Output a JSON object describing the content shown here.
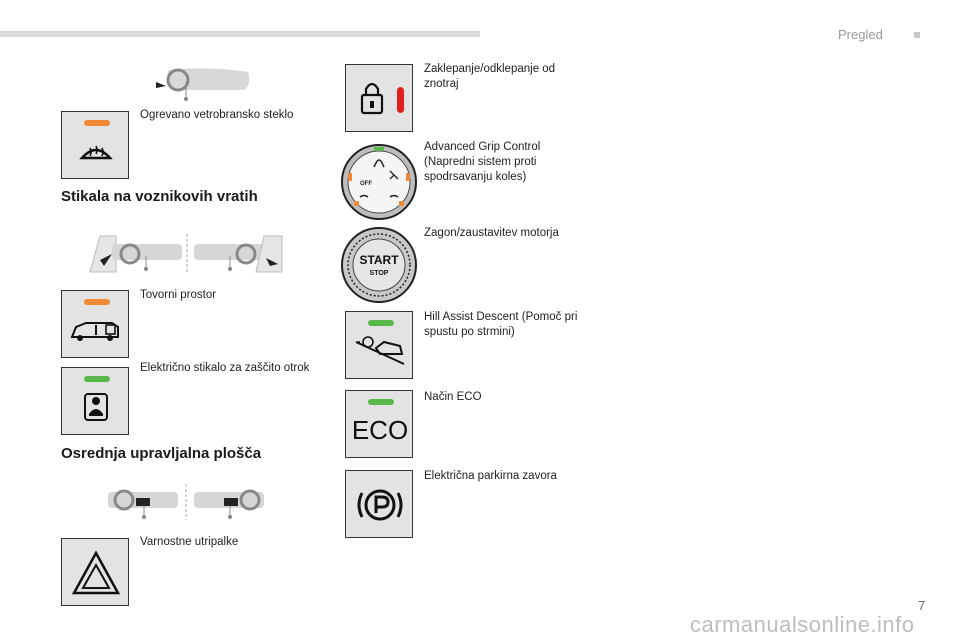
{
  "header": {
    "section_title": "Pregled",
    "page_number": "7"
  },
  "left": {
    "windscreen_label": "Ogrevano vetrobransko steklo",
    "door_heading": "Stikala na voznikovih vratih",
    "cargo_label": "Tovorni prostor",
    "child_lock_label": "Električno stikalo za zaščito otrok",
    "console_heading": "Osrednja upravljalna plošča",
    "hazard_label": "Varnostne utripalke"
  },
  "right": {
    "lock_label": "Zaklepanje/odklepanje od znotraj",
    "grip_label": "Advanced Grip Control (Napredni sistem proti spodrsavanju koles)",
    "grip_off_text": "OFF",
    "start_label": "Zagon/zaustavitev motorja",
    "start_text": "START",
    "stop_text": "STOP",
    "hill_label": "Hill Assist Descent (Pomoč pri spustu po strmini)",
    "eco_label": "Način ECO",
    "eco_text": "ECO",
    "epb_label": "Električna parkirna zavora"
  },
  "icons": {
    "windscreen": "heated-windscreen-icon",
    "cargo": "cargo-lock-icon",
    "child": "child-lock-icon",
    "hazard": "hazard-triangle-icon",
    "lock": "central-lock-icon",
    "grip": "grip-control-dial-icon",
    "start": "start-stop-icon",
    "hill": "hill-descent-icon",
    "eco": "eco-icon",
    "epb": "parking-brake-icon"
  },
  "colors": {
    "led_orange": "#f08a36",
    "led_green": "#58b84a",
    "lock_red": "#e02020"
  },
  "footer": {
    "watermark": "carmanualsonline.info"
  }
}
